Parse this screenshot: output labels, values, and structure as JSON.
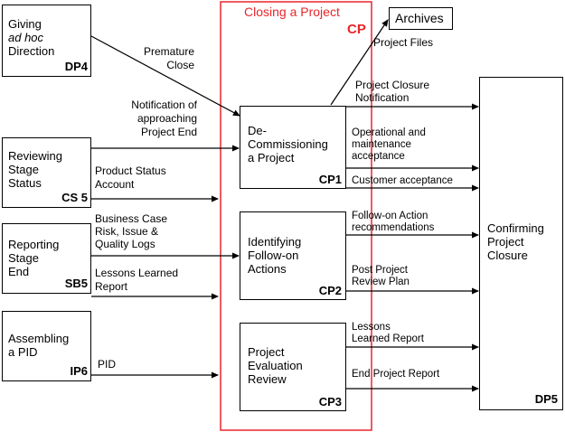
{
  "title": "Closing a Project",
  "process_code": "CP",
  "archives": "Archives",
  "left_boxes": {
    "dp4": {
      "lines": [
        "Giving",
        "ad hoc",
        "Direction"
      ],
      "code": "DP4"
    },
    "cs5": {
      "lines": [
        "Reviewing",
        "Stage",
        "Status"
      ],
      "code": "CS 5"
    },
    "sb5": {
      "lines": [
        "Reporting",
        "Stage",
        "End"
      ],
      "code": "SB5"
    },
    "ip6": {
      "lines": [
        "Assembling",
        "a PID"
      ],
      "code": "IP6"
    }
  },
  "process_boxes": {
    "cp1": {
      "lines": [
        "De-",
        "Commissioning",
        "a Project"
      ],
      "code": "CP1"
    },
    "cp2": {
      "lines": [
        "Identifying",
        "Follow-on",
        "Actions"
      ],
      "code": "CP2"
    },
    "cp3": {
      "lines": [
        "Project",
        "Evaluation",
        "Review"
      ],
      "code": "CP3"
    }
  },
  "right_box": {
    "lines": [
      "Confirming",
      "Project",
      "Closure"
    ],
    "code": "DP5"
  },
  "input_labels": {
    "premature_close": [
      "Premature",
      "Close"
    ],
    "notification": [
      "Notification of",
      "approaching",
      "Project End"
    ],
    "product_status": [
      "Product Status",
      "Account"
    ],
    "business_case": [
      "Business Case",
      "Risk, Issue &",
      "Quality Logs"
    ],
    "lessons_learned": [
      "Lessons Learned",
      "Report"
    ],
    "pid": "PID"
  },
  "output_labels": {
    "project_files": "Project Files",
    "closure_notification": [
      "Project Closure",
      "Notification"
    ],
    "operational": [
      "Operational and",
      "maintenance",
      "acceptance"
    ],
    "customer": "Customer acceptance",
    "follow_on": [
      "Follow-on Action",
      "recommendations"
    ],
    "post_project": [
      "Post Project",
      "Review Plan"
    ],
    "lessons_report": [
      "Lessons",
      "Learned Report"
    ],
    "end_project": "End Project Report"
  },
  "colors": {
    "closing_frame": "#e8262b",
    "line": "#000000"
  }
}
